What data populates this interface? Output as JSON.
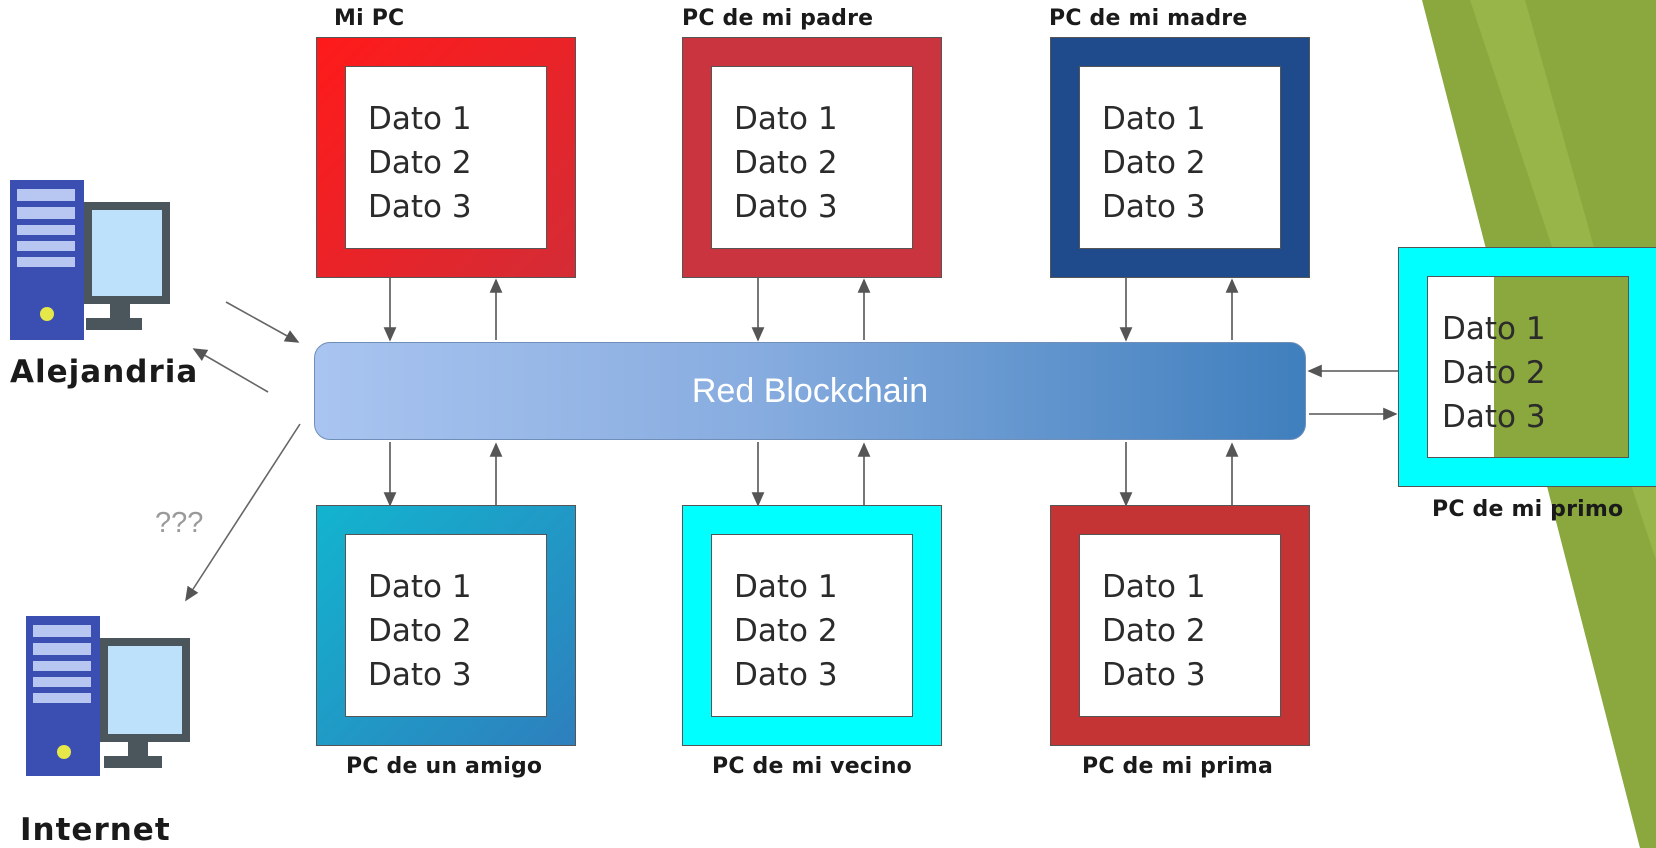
{
  "network": {
    "label": "Red Blockchain"
  },
  "nodes": [
    {
      "id": "mi-pc",
      "label": "Mi PC",
      "items": [
        "Dato 1",
        "Dato 2",
        "Dato 3"
      ]
    },
    {
      "id": "pc-padre",
      "label": "PC  de mi padre",
      "items": [
        "Dato 1",
        "Dato 2",
        "Dato 3"
      ]
    },
    {
      "id": "pc-madre",
      "label": "PC de mi madre",
      "items": [
        "Dato 1",
        "Dato 2",
        "Dato 3"
      ]
    },
    {
      "id": "pc-primo",
      "label": "PC de mi primo",
      "items": [
        "Dato 1",
        "Dato 2",
        "Dato 3"
      ]
    },
    {
      "id": "pc-amigo",
      "label": "PC de un amigo",
      "items": [
        "Dato 1",
        "Dato 2",
        "Dato 3"
      ]
    },
    {
      "id": "pc-vecino",
      "label": "PC de mi vecino",
      "items": [
        "Dato 1",
        "Dato 2",
        "Dato 3"
      ]
    },
    {
      "id": "pc-prima",
      "label": "PC de mi prima",
      "items": [
        "Dato 1",
        "Dato 2",
        "Dato 3"
      ]
    }
  ],
  "external": {
    "alejandria": {
      "label": "Alejandria",
      "icon": "server-computer-icon"
    },
    "internet": {
      "label": "Internet",
      "icon": "server-computer-icon"
    },
    "unknown_connection": "???"
  },
  "colors": {
    "mi_pc": "#e8222a",
    "padre": "#c9343f",
    "madre": "#1f4a8c",
    "primo": "#00ffff",
    "amigo": "#1aa7cc",
    "vecino": "#00ffff",
    "prima": "#c43434",
    "accent_green": "#8aa83e"
  }
}
